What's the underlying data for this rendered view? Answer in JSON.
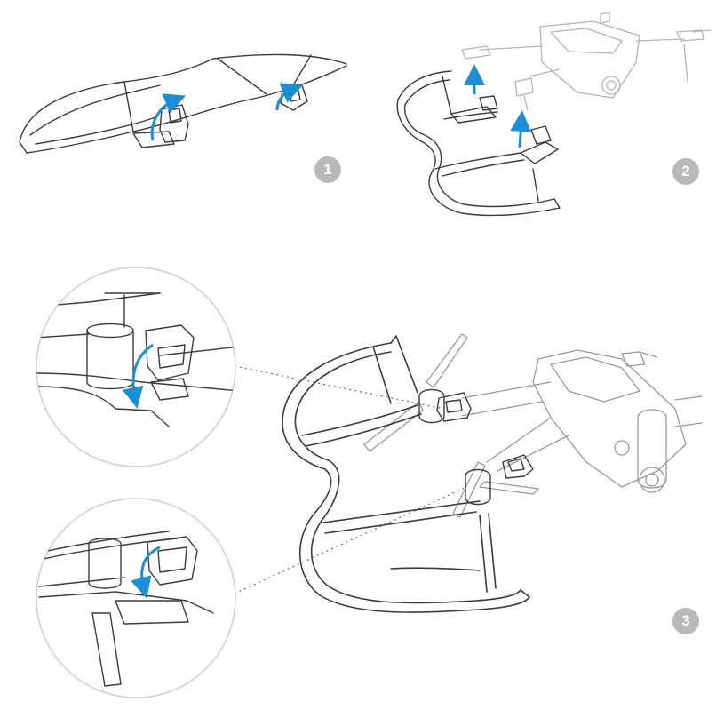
{
  "steps": [
    {
      "id": "step-1",
      "number": "1"
    },
    {
      "id": "step-2",
      "number": "2"
    },
    {
      "id": "step-3",
      "number": "3"
    }
  ],
  "colors": {
    "line": "#3c3c3c",
    "light_line": "#b5b5b5",
    "arrow": "#1b8fd6",
    "badge": "#b9b9b9",
    "circle_border": "#cfcfcf"
  }
}
